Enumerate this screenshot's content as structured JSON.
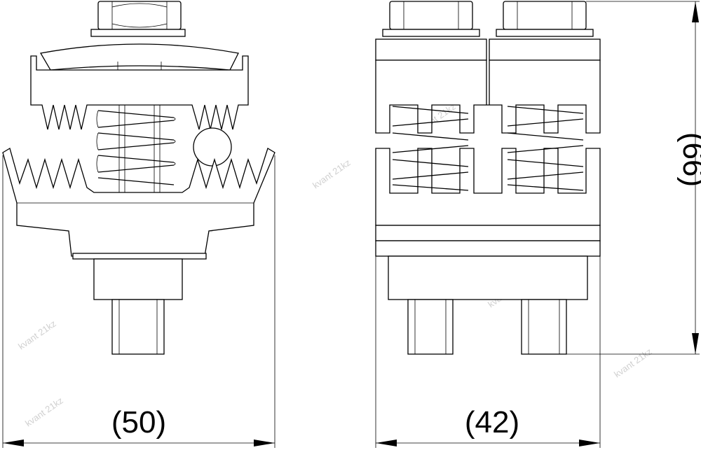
{
  "dimensions": {
    "width_front": "(50)",
    "width_side": "(42)",
    "height": "(66)"
  },
  "watermark": "kvant 21kz"
}
